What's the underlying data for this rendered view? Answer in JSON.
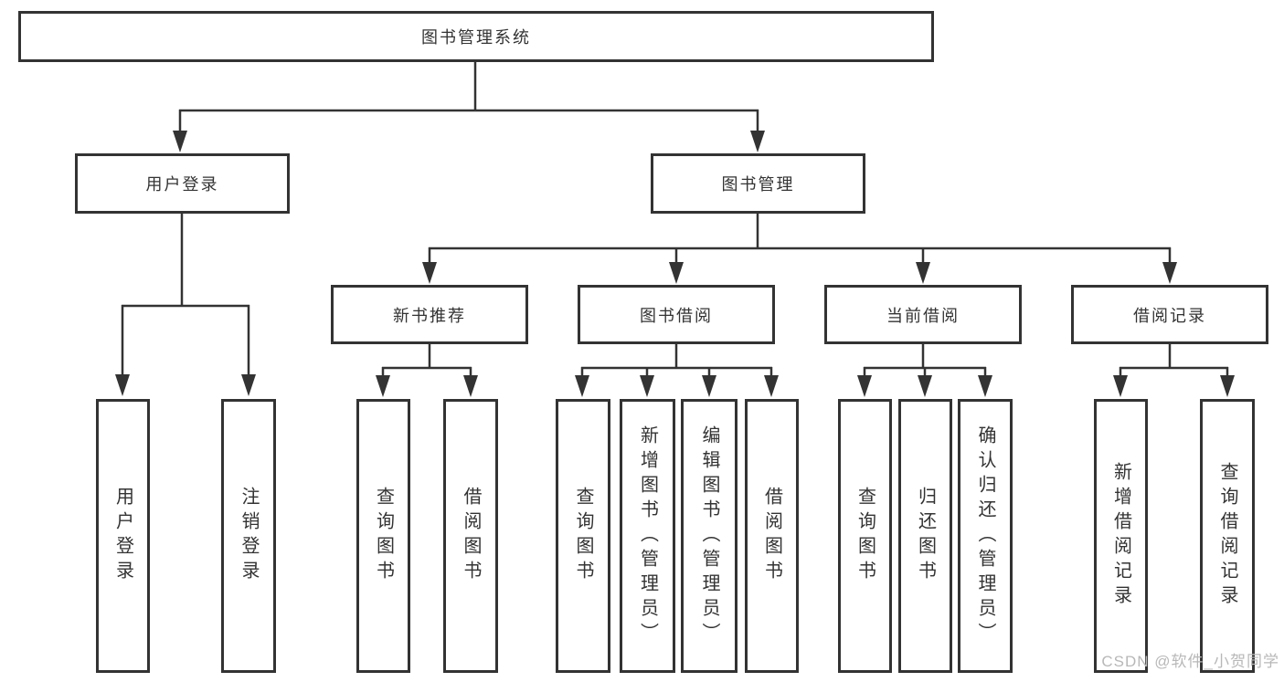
{
  "diagram": {
    "root": {
      "label": "图书管理系统"
    },
    "level2": [
      {
        "id": "user-login",
        "label": "用户登录"
      },
      {
        "id": "book-management",
        "label": "图书管理"
      }
    ],
    "level3": [
      {
        "id": "new-book-recommend",
        "label": "新书推荐"
      },
      {
        "id": "book-borrow",
        "label": "图书借阅"
      },
      {
        "id": "current-borrow",
        "label": "当前借阅"
      },
      {
        "id": "borrow-records",
        "label": "借阅记录"
      }
    ],
    "leaves": [
      {
        "group": "user-login",
        "label": "用户登录"
      },
      {
        "group": "user-login",
        "label": "注销登录"
      },
      {
        "group": "new-book-recommend",
        "label": "查询图书"
      },
      {
        "group": "new-book-recommend",
        "label": "借阅图书"
      },
      {
        "group": "book-borrow",
        "label": "查询图书"
      },
      {
        "group": "book-borrow",
        "label": "新增图书（管理员）"
      },
      {
        "group": "book-borrow",
        "label": "编辑图书（管理员）"
      },
      {
        "group": "book-borrow",
        "label": "借阅图书"
      },
      {
        "group": "current-borrow",
        "label": "查询图书"
      },
      {
        "group": "current-borrow",
        "label": "归还图书"
      },
      {
        "group": "current-borrow",
        "label": "确认归还（管理员）"
      },
      {
        "group": "borrow-records",
        "label": "新增借阅记录"
      },
      {
        "group": "borrow-records",
        "label": "查询借阅记录"
      }
    ],
    "watermark": "CSDN @软件_小贺同学",
    "colors": {
      "border": "#333333",
      "text": "#333333",
      "background": "#ffffff",
      "watermark": "#b8b8b8"
    }
  }
}
